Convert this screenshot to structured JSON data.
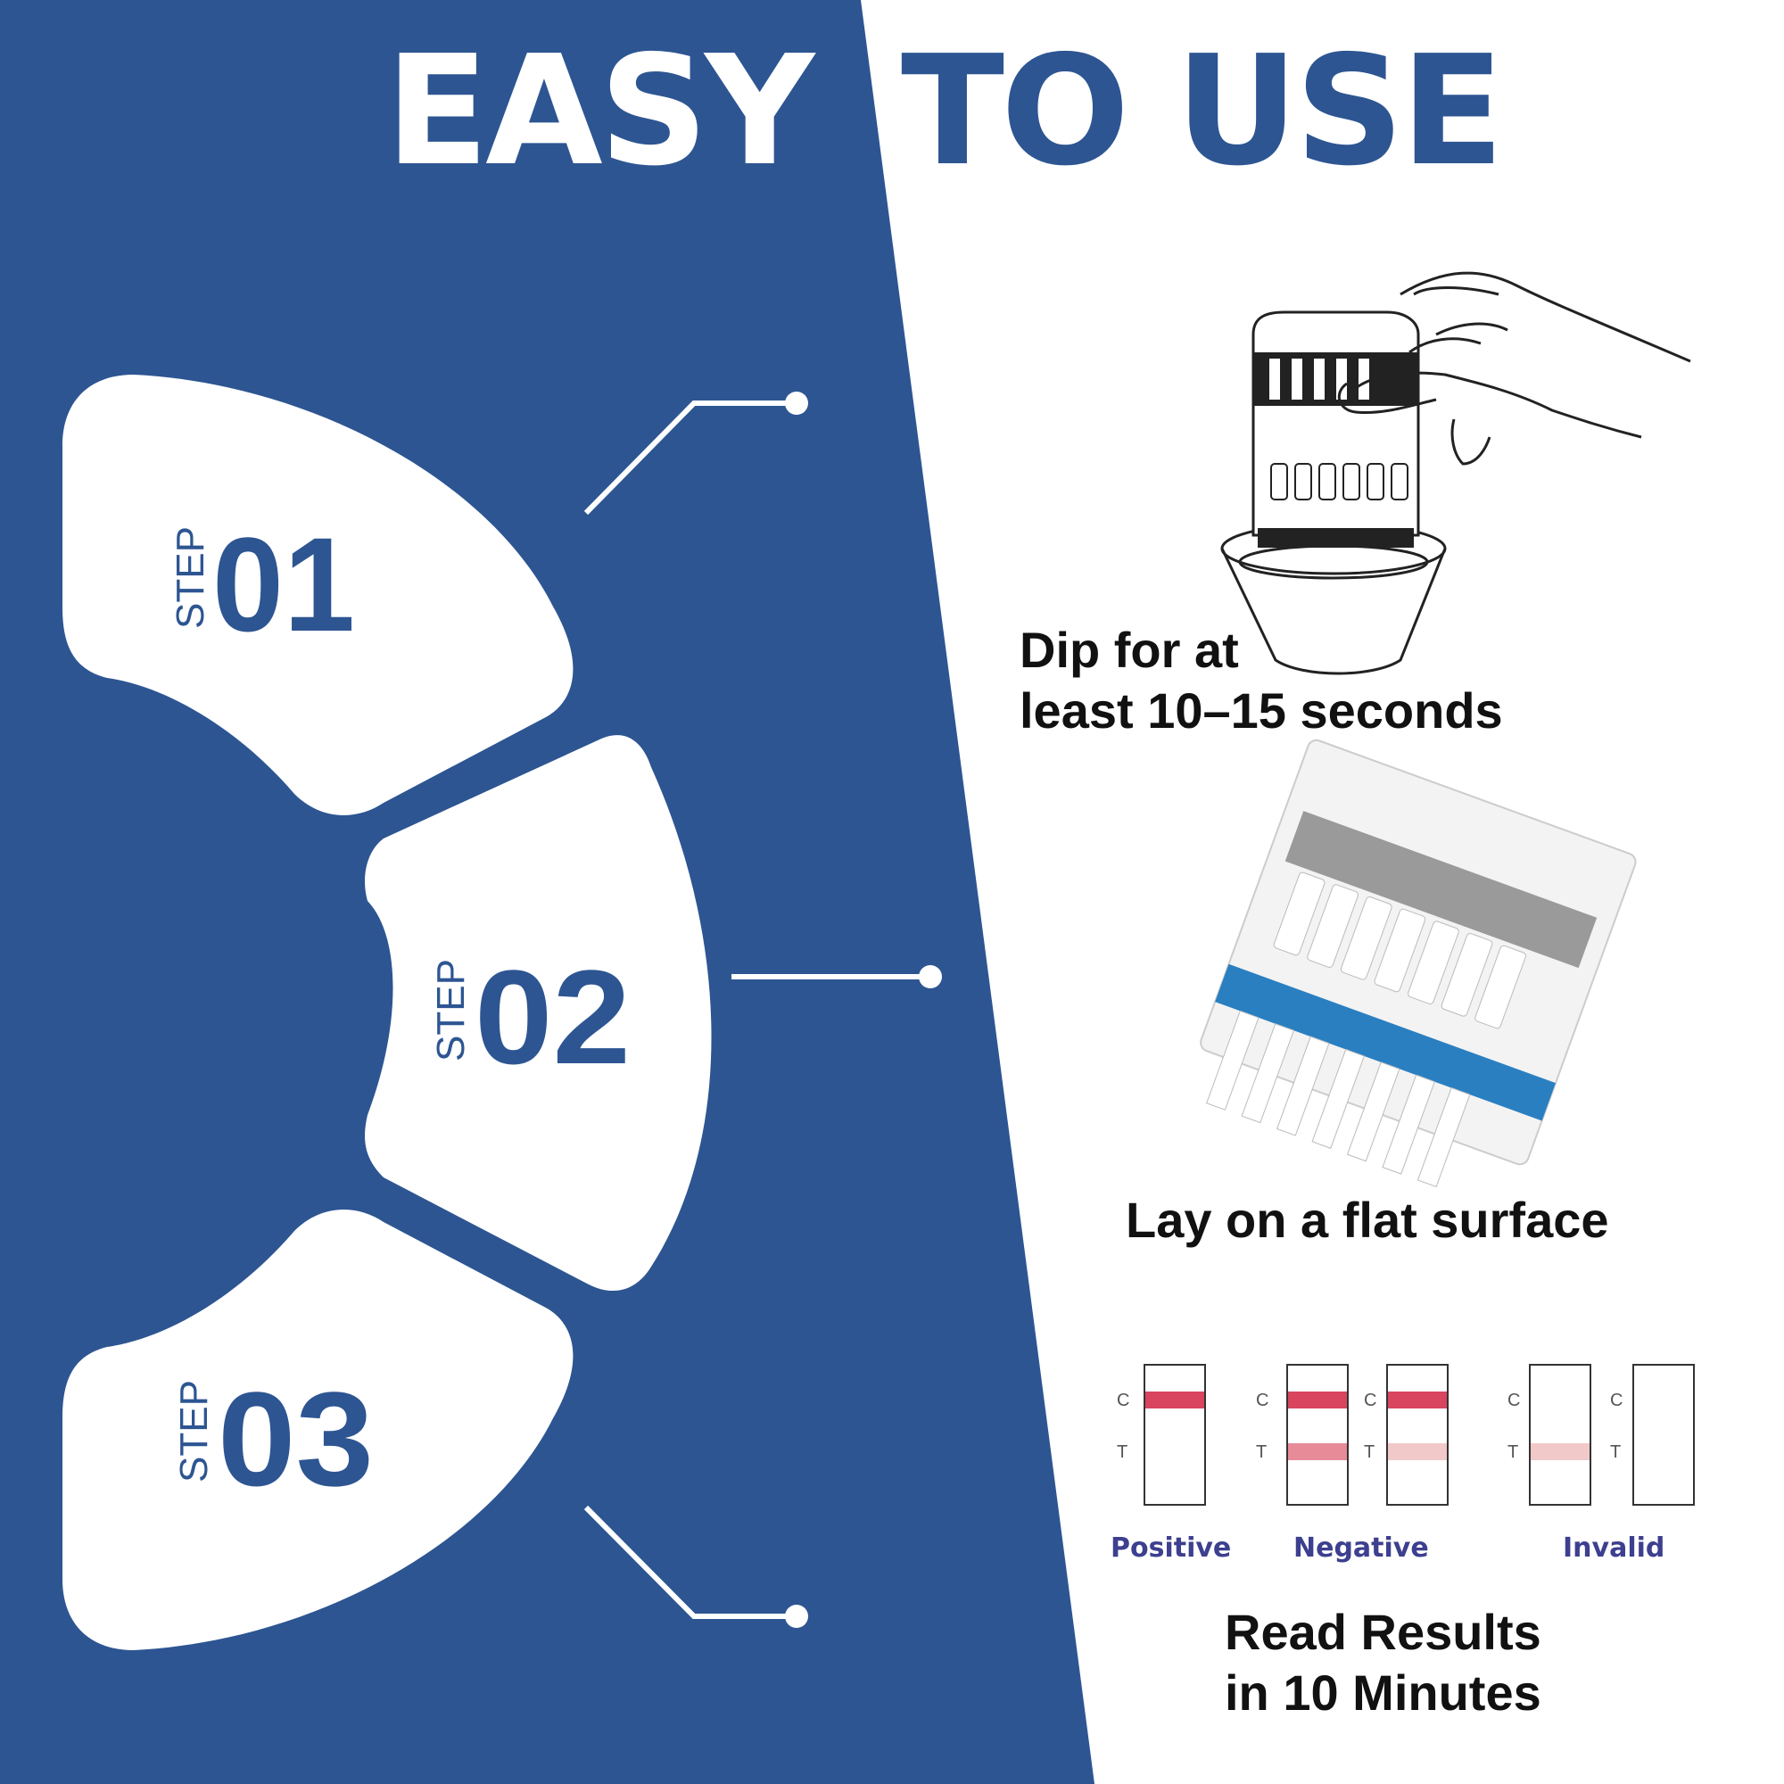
{
  "title": {
    "left": "EASY",
    "right": "TO USE"
  },
  "colors": {
    "brand_blue": "#2d5592",
    "result_label": "#3d3f8f",
    "line_strong": "#d9455f",
    "line_medium": "#e88b99",
    "line_faint": "#f2c9c9"
  },
  "steps": [
    {
      "label": "STEP",
      "number": "01"
    },
    {
      "label": "STEP",
      "number": "02"
    },
    {
      "label": "STEP",
      "number": "03"
    }
  ],
  "captions": [
    {
      "line1": "Dip for at",
      "line2": "least 10–15 seconds"
    },
    {
      "line1": "Lay on a flat surface"
    },
    {
      "line1": "Read Results",
      "line2": "in 10 Minutes"
    }
  ],
  "strip_letters": {
    "control": "C",
    "test": "T"
  },
  "results": {
    "positive": "Positive",
    "negative": "Negative",
    "invalid": "Invalid"
  },
  "illustrations": {
    "dip": "hand-dipping-test-cup-illustration",
    "flat": "test-card-illustration"
  }
}
